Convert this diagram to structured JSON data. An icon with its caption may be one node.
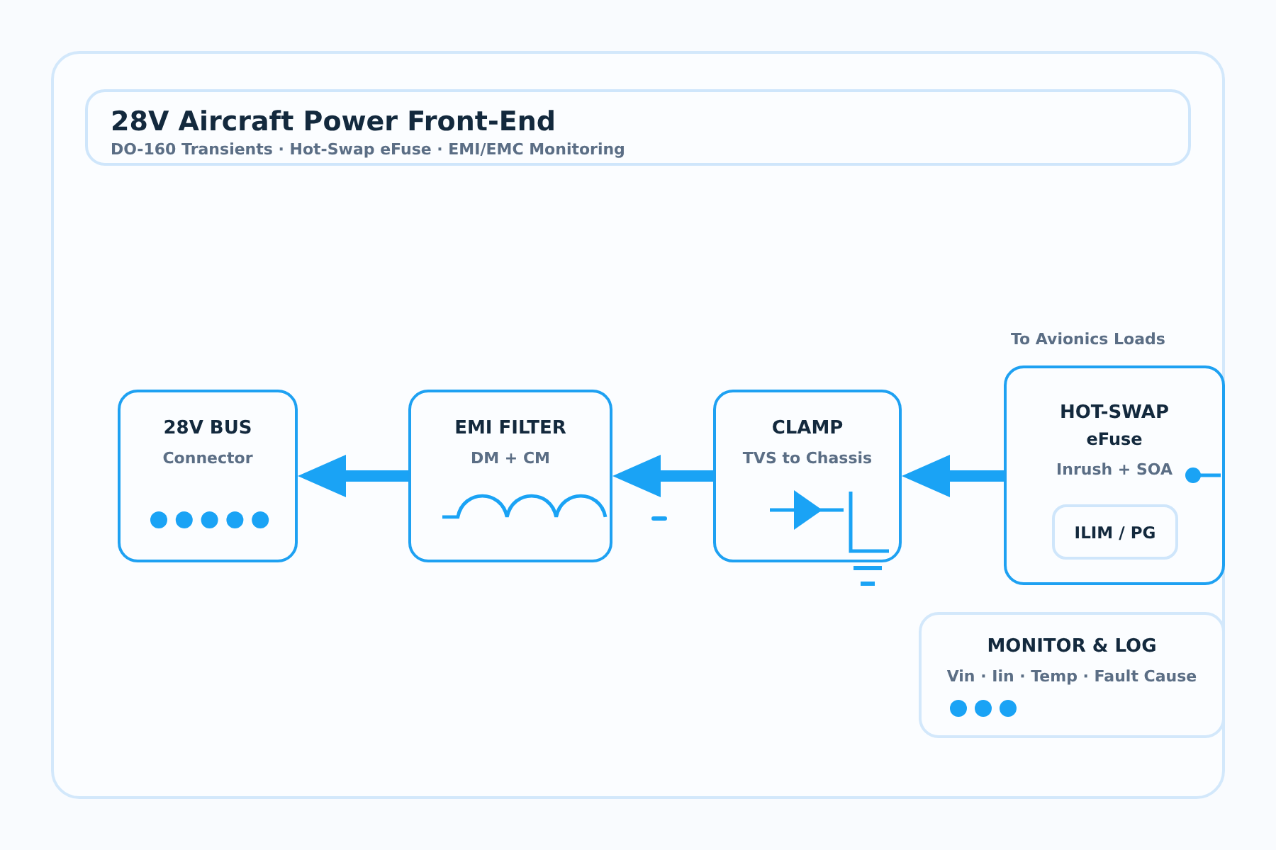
{
  "diagram": {
    "title": "28V Aircraft Power Front-End",
    "nodes": [
      {
        "text": [
          "28V BUS",
          "Connector"
        ]
      },
      {
        "text": [
          "EMI FILTER",
          "DM + CM"
        ]
      },
      {
        "text": [
          "CLAMP",
          "TVS to Chassis"
        ]
      },
      {
        "text": [
          "HOT-SWAP",
          "eFuse",
          "Inrush + SOA"
        ],
        "beside": [
          "To Avionics Loads"
        ]
      },
      {
        "text": [
          "ILIM / PG"
        ],
        "in": 3
      },
      {
        "text": [
          "MONITOR & LOG",
          "Vin · Iin · Temp · Fault Cause"
        ]
      }
    ],
    "edges": [
      {
        "from": 3,
        "to": 2,
        "arrow": "to"
      },
      {
        "from": 2,
        "to": 1,
        "arrow": "to"
      },
      {
        "from": 1,
        "to": 0,
        "arrow": "to"
      }
    ],
    "labels": [
      "DO-160 Transients · Hot-Swap eFuse · EMI/EMC Monitoring"
    ]
  }
}
